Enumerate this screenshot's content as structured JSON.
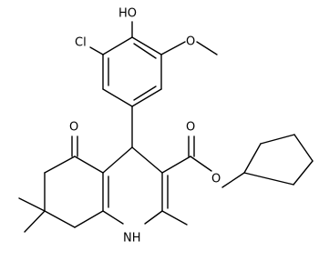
{
  "structure": {
    "atom_labels": {
      "hydroxyl": "HO",
      "chloro": "Cl",
      "methoxy_oxygen": "O",
      "ketone_oxygen": "O",
      "carbonyl_oxygen": "O",
      "ester_oxygen": "O",
      "amine": "NH"
    },
    "colors": {
      "bonds": "#000000",
      "background": "#ffffff"
    }
  }
}
